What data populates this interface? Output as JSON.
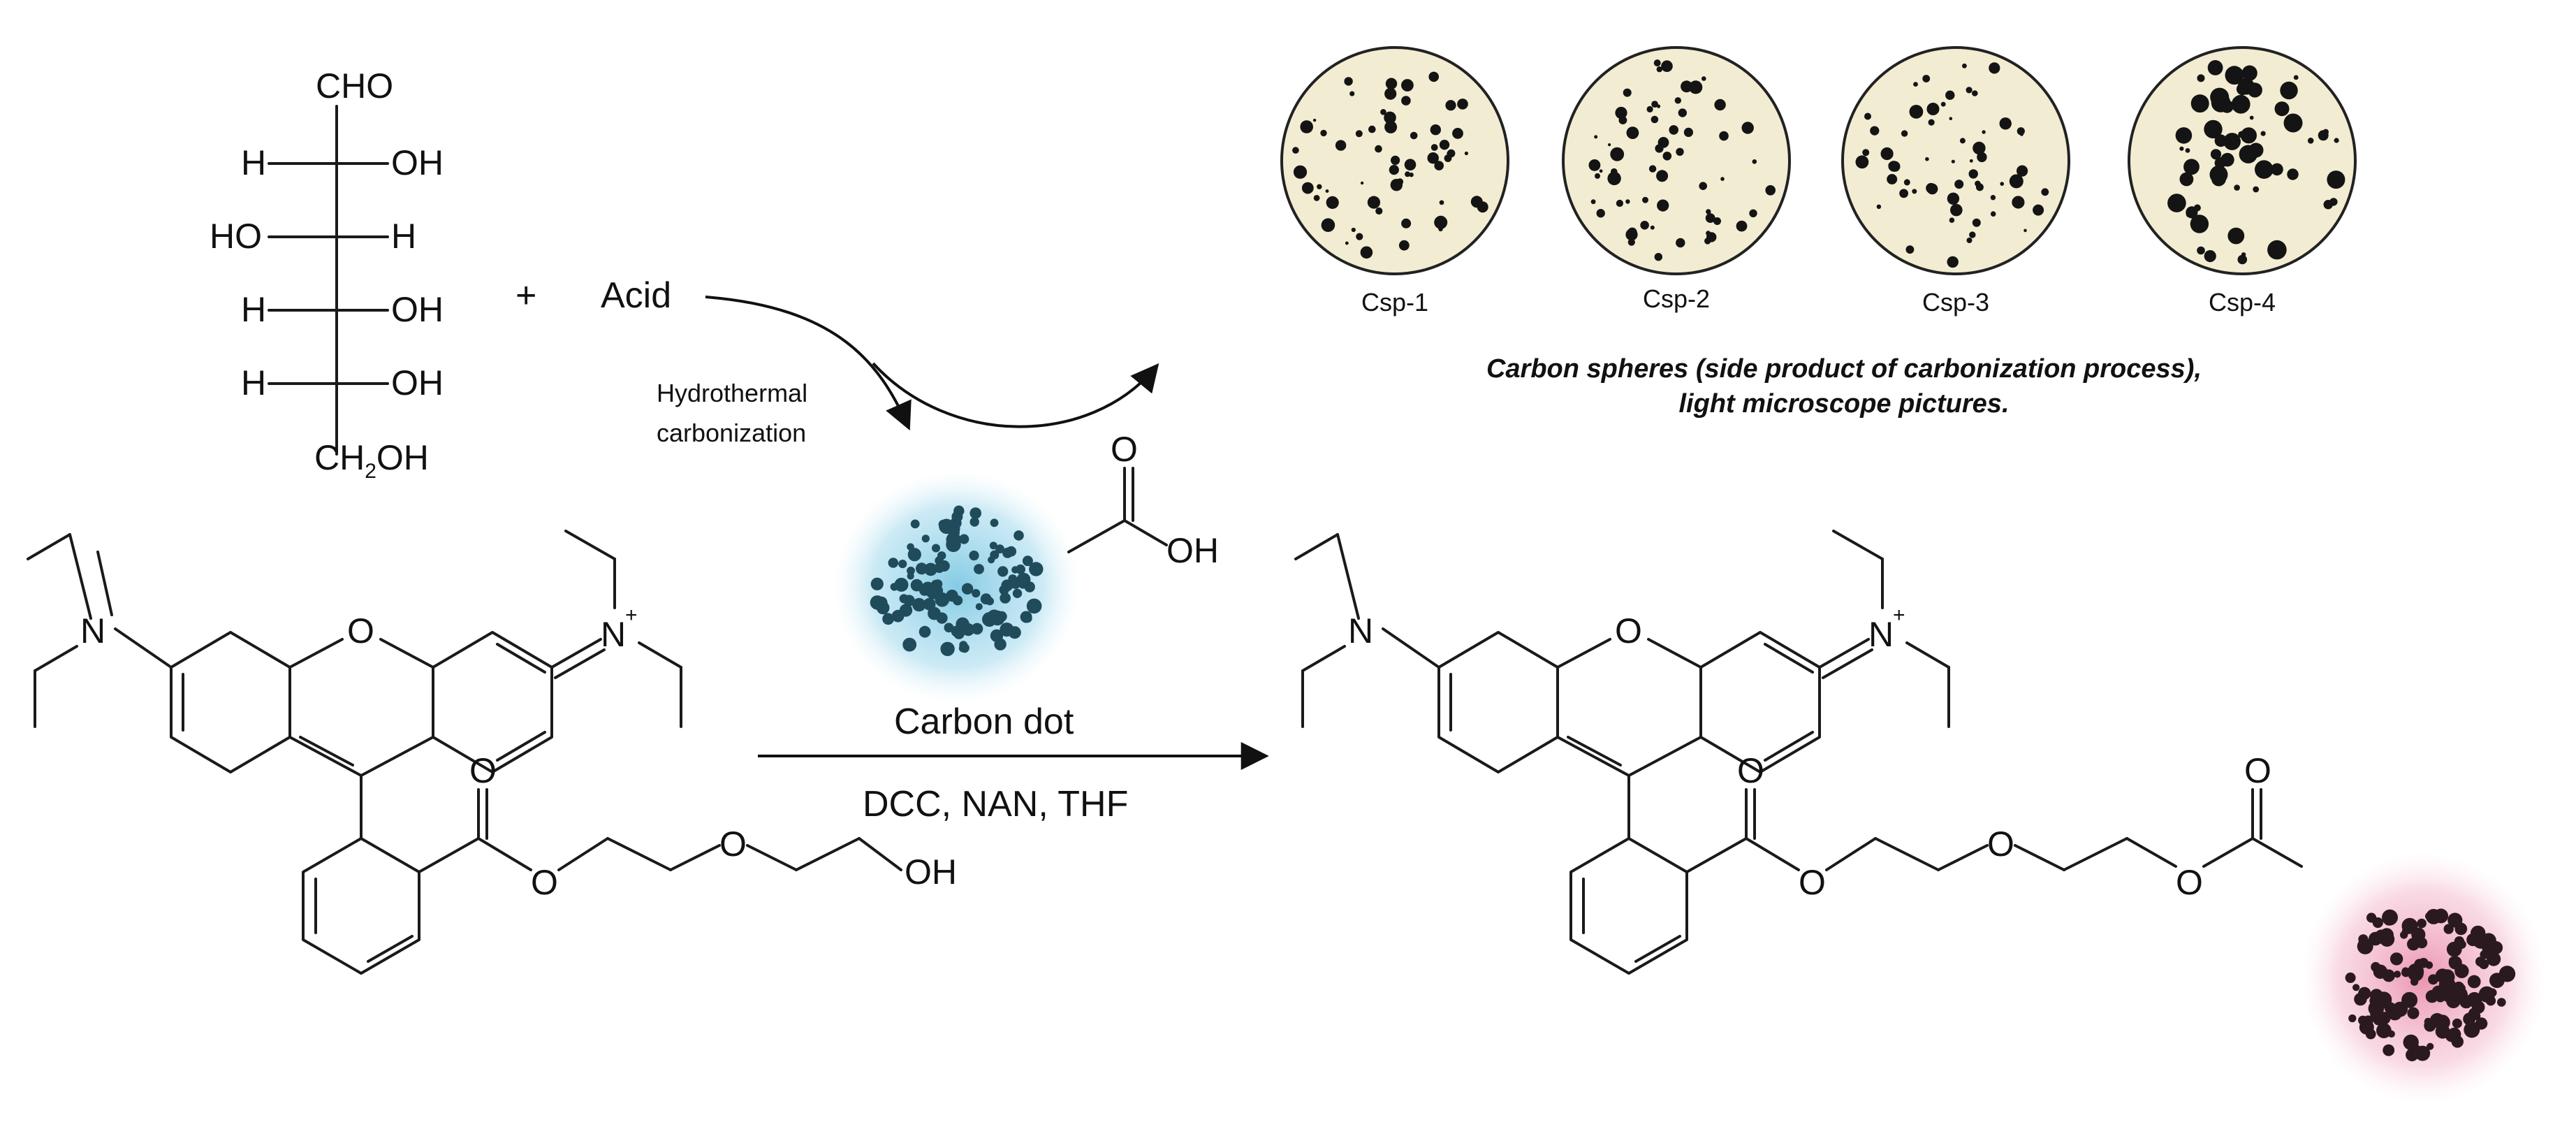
{
  "glucose": {
    "cho": "CHO",
    "rows": [
      {
        "left": "H",
        "right": "OH"
      },
      {
        "left": "HO",
        "right": "H"
      },
      {
        "left": "H",
        "right": "OH"
      },
      {
        "left": "H",
        "right": "OH"
      }
    ],
    "bottom_ch": "CH",
    "bottom_sub": "2",
    "bottom_oh": "OH"
  },
  "plus": "+",
  "acid": "Acid",
  "step1": {
    "line1": "Hydrothermal",
    "line2": "carbonization"
  },
  "carbon_dot": {
    "label": "Carbon dot",
    "carbonyl_o": "O",
    "hydroxyl": "OH",
    "color": "#8fd0e6",
    "core_color": "#1f4b5a"
  },
  "microscopy": {
    "samples": [
      {
        "label": "Csp-1"
      },
      {
        "label": "Csp-2"
      },
      {
        "label": "Csp-3"
      },
      {
        "label": "Csp-4"
      }
    ],
    "caption_line1": "Carbon spheres (side product of carbonization process),",
    "caption_line2": "light microscope pictures."
  },
  "rhodamine": {
    "n_amine": "N",
    "n_iminium": "N",
    "charge": "+",
    "ring_o": "O",
    "ester_carbonyl_o": "O",
    "ester_o": "O",
    "ether_o": "O",
    "terminal_oh": "OH"
  },
  "step2": {
    "reagents": "DCC, NAN, THF"
  },
  "product": {
    "n_amine": "N",
    "n_iminium": "N",
    "charge": "+",
    "ring_o": "O",
    "ester_carbonyl_o": "O",
    "ester_o": "O",
    "ether_o": "O",
    "ester2_o": "O",
    "ester2_carbonyl_o": "O",
    "dot_color": "#f4b3c7",
    "dot_core_color": "#2a1a20"
  }
}
